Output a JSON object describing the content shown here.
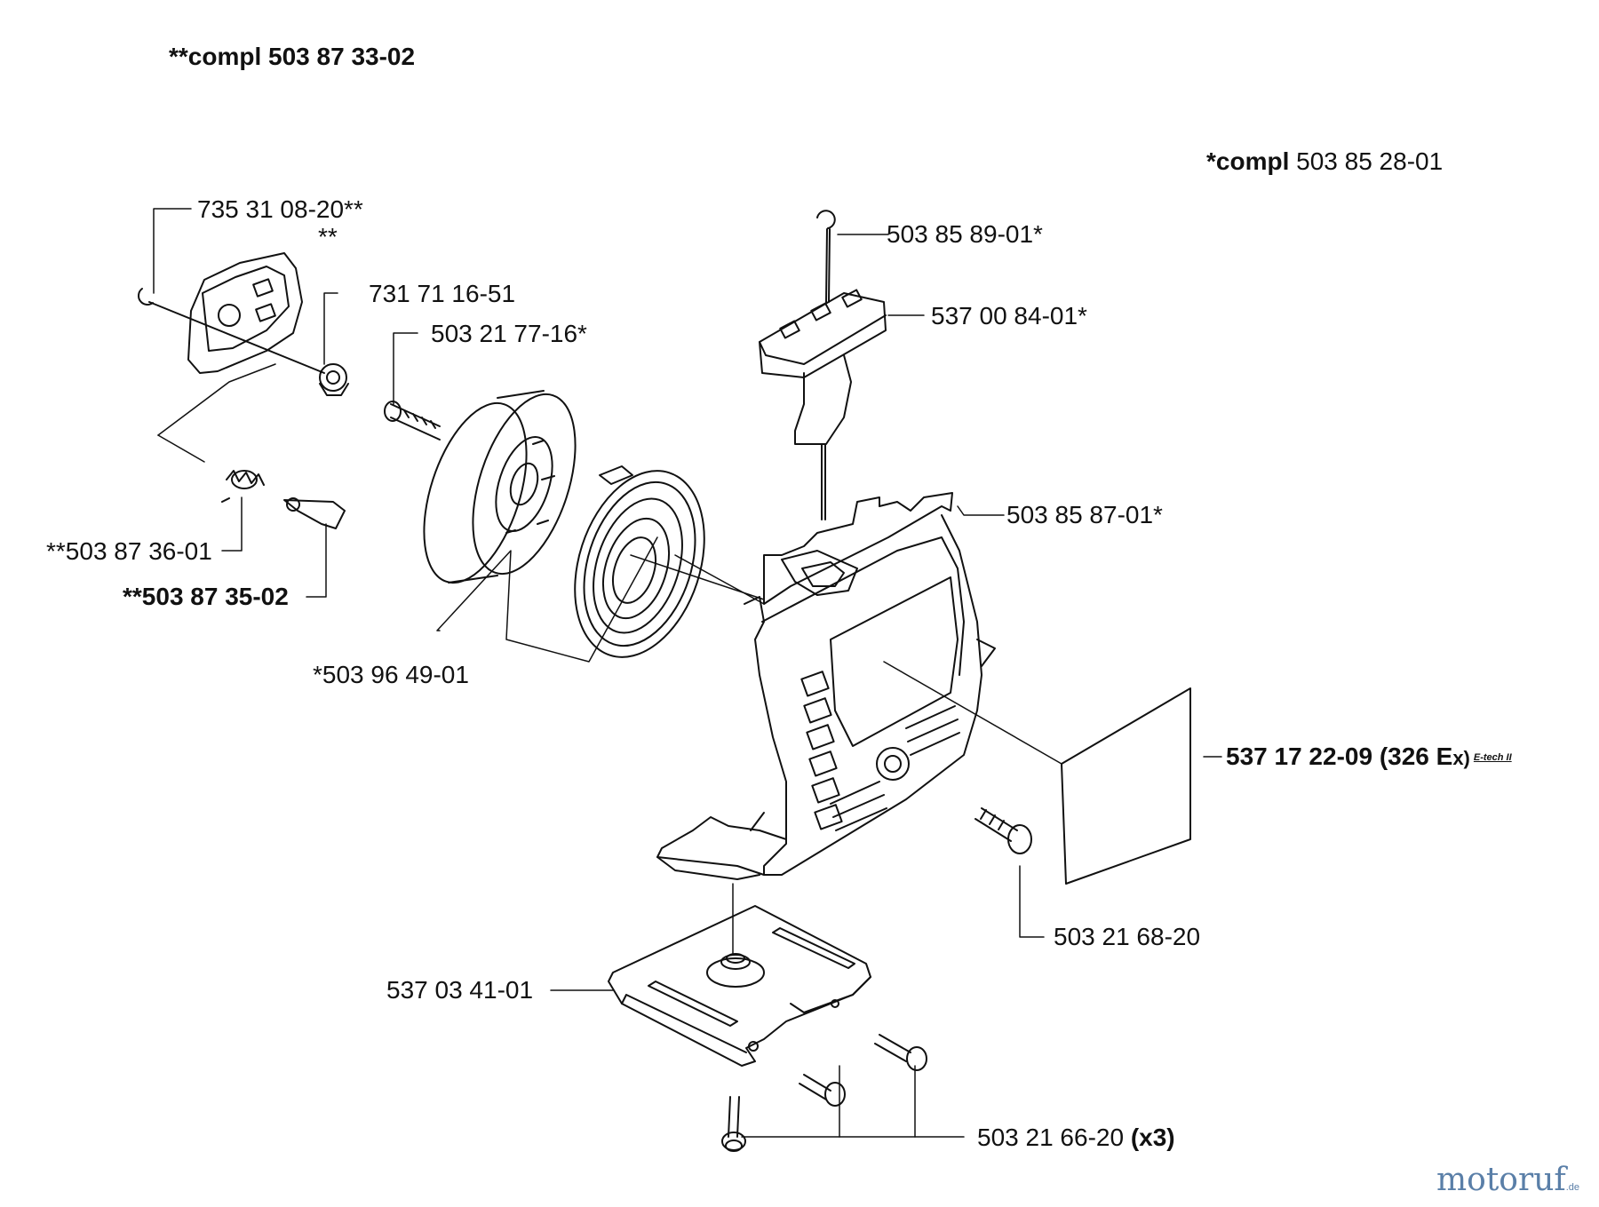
{
  "labels": {
    "compl_a": "**compl 503 87 33-02",
    "compl_b_prefix": "*compl ",
    "compl_b_num": "503 85 28-01",
    "p_clip": "735 31 08-20**",
    "p_cover_mark": "**",
    "p_nut": "731 71 16-51",
    "p_screw_pulley": "503 21 77-16*",
    "p_spring_small": "**503 87 36-01",
    "p_pawl": "**503 87 35-02",
    "p_pulley_set": "*503 96 49-01",
    "p_grip_top": "503 85 89-01*",
    "p_handle": "537 00 84-01*",
    "p_housing": "503 85 87-01*",
    "p_decal_num": "537 17 22-09 (326 E",
    "p_decal_x": "x)",
    "p_decal_sub": "E-tech II",
    "p_screw_housing": "503 21 68-20",
    "p_bracket": "537 03 41-01",
    "p_screws_bottom_num": "503 21 66-20 ",
    "p_screws_bottom_qty": "(x3)"
  },
  "watermark": {
    "text": "motoruf",
    "suffix": ".de"
  },
  "colors": {
    "ink": "#111111",
    "watermark": "#5a7fa8"
  }
}
